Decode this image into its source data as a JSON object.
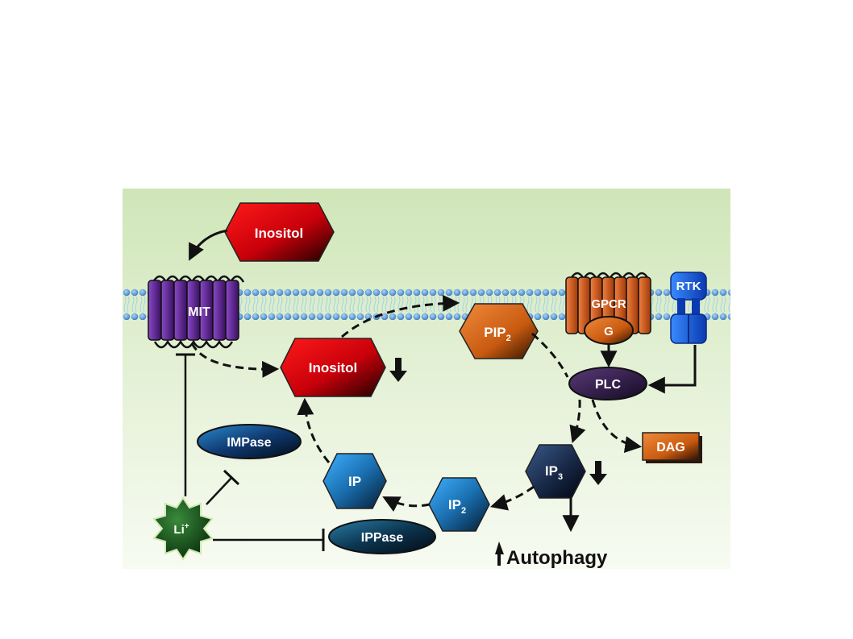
{
  "nodes": {
    "inositol_top": "Inositol",
    "inositol_mid": "Inositol",
    "mit": "MIT",
    "gpcr": "GPCR",
    "g": "G",
    "rtk": "RTK",
    "pip2_base": "PIP",
    "pip2_sub": "2",
    "plc": "PLC",
    "dag": "DAG",
    "impase": "IMPase",
    "ippase": "IPPase",
    "ip": "IP",
    "ip2_base": "IP",
    "ip2_sub": "2",
    "ip3_base": "IP",
    "ip3_sub": "3",
    "li_base": "Li",
    "li_sup": "+",
    "autophagy": "Autophagy"
  },
  "colors": {
    "background": "#d6eac2",
    "membrane_head": "#6aa3d8",
    "inositol": "#e0000f",
    "pip2": "#e07a2a",
    "transporter": "#6a2aa0",
    "gpcr": "#e06a2a",
    "rtk": "#1a5fd0",
    "blue_node": "#1f7fc7",
    "dark_node": "#1a2f55",
    "lithium": "#1f5a2a"
  }
}
